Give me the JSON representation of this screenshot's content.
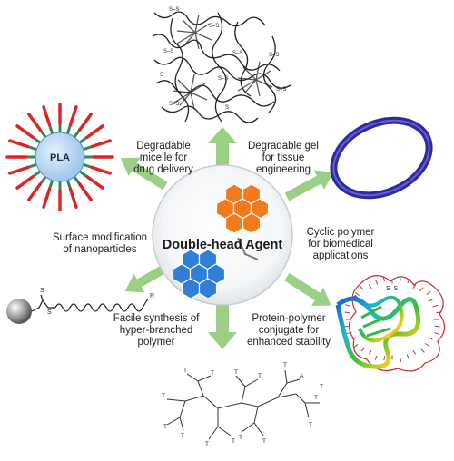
{
  "center": {
    "title": "Double-head Agent"
  },
  "pla_label": "PLA",
  "labels": {
    "micelle": [
      "Degradable",
      "micelle for",
      "drug delivery"
    ],
    "gel": [
      "Degradable gel",
      "for tissue",
      "engineering"
    ],
    "surface": [
      "Surface modification",
      "of nanoparticles"
    ],
    "cyclic": [
      "Cyclic polymer",
      "for biomedical",
      "applications"
    ],
    "hyper": [
      "Facile synthesis of",
      "hyper-branched",
      "polymer"
    ],
    "protein": [
      "Protein-polymer",
      "conjugate for",
      "enhanced stability"
    ]
  },
  "colors": {
    "arrow": "#9ccf86",
    "ring": "#2e2a9e",
    "hex_orange": "#f07a1c",
    "hex_blue": "#2f7fd6",
    "pla_fill": "#b8d6f2",
    "brush_red": "#e02323",
    "brush_green": "#2e8b57"
  }
}
